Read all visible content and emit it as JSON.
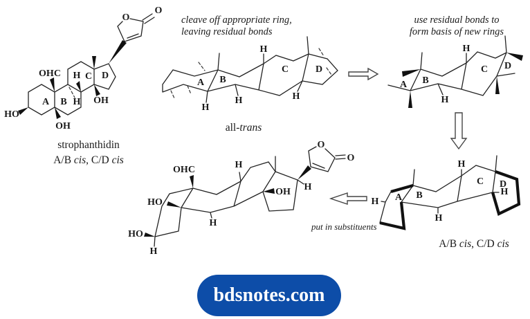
{
  "colors": {
    "ink": "#1a1a1a",
    "badge_bg": "#0d4da8",
    "badge_fg": "#ffffff"
  },
  "badge": {
    "text": "bdsnotes.com"
  },
  "annotations": {
    "cleave": {
      "line1": "cleave off appropriate ring,",
      "line2": "leaving residual bonds"
    },
    "use": {
      "line1": "use residual bonds to",
      "line2": "form basis of new rings"
    },
    "substituents": "put in substituents"
  },
  "captions": {
    "s1_name": "strophanthidin",
    "cis": {
      "p1": "A/B ",
      "p2": "cis",
      "p3": ", C/D ",
      "p4": "cis"
    },
    "alltrans": {
      "p1": "all-",
      "p2": "trans"
    }
  },
  "labels": {
    "s1": {
      "ohc": "OHC",
      "ho3": "HO",
      "oh5": "OH",
      "ringA": "A",
      "ringB": "B",
      "h9": "H",
      "h8": "H",
      "ringC": "C",
      "ringD": "D",
      "oh14": "OH",
      "o_ring": "O",
      "o_exo": "O"
    },
    "s2": {
      "ringA": "A",
      "ringB": "B",
      "ringC": "C",
      "ringD": "D",
      "h5": "H",
      "h7": "H",
      "h9": "H",
      "h14": "H"
    },
    "s3": {
      "ringA": "A",
      "ringB": "B",
      "ringC": "C",
      "ringD": "D",
      "h_top": "H",
      "h_bot": "H"
    },
    "s4": {
      "ohc": "OHC",
      "ho5": "HO",
      "ho3": "HO",
      "h3": "H",
      "h_mid": "H",
      "h_top": "H",
      "oh14": "OH",
      "h17": "H",
      "o_ring": "O",
      "o_exo": "O"
    },
    "s5": {
      "ringA": "A",
      "ringB": "B",
      "ringC": "C",
      "ringD": "D",
      "h_left": "H",
      "h_mid": "H",
      "h_top": "H",
      "h_right": "H"
    }
  }
}
